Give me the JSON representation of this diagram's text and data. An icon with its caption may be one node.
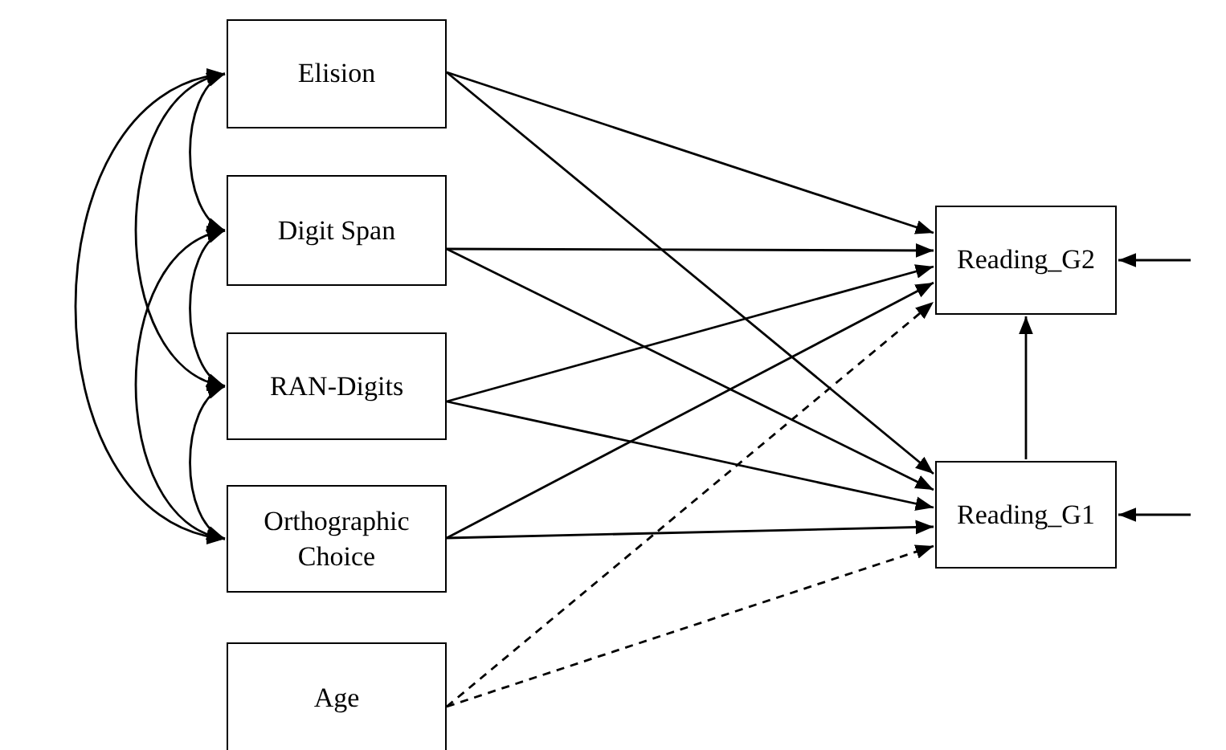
{
  "diagram": {
    "nodes": [
      {
        "text": [
          "Elision"
        ]
      },
      {
        "text": [
          "Digit Span"
        ]
      },
      {
        "text": [
          "RAN-Digits"
        ]
      },
      {
        "text": [
          "Orthographic Choice"
        ]
      },
      {
        "text": [
          "Age"
        ]
      },
      {
        "text": [
          "Reading_G2"
        ]
      },
      {
        "text": [
          "Reading_G1"
        ]
      }
    ],
    "edges": [
      {
        "from": 0,
        "to": 1,
        "arrow": "both"
      },
      {
        "from": 1,
        "to": 2,
        "arrow": "both"
      },
      {
        "from": 2,
        "to": 3,
        "arrow": "both"
      },
      {
        "from": 0,
        "to": 2,
        "arrow": "both"
      },
      {
        "from": 1,
        "to": 3,
        "arrow": "both"
      },
      {
        "from": 0,
        "to": 3,
        "arrow": "both"
      },
      {
        "from": 0,
        "to": 5,
        "arrow": "to"
      },
      {
        "from": 0,
        "to": 6,
        "arrow": "to"
      },
      {
        "from": 1,
        "to": 5,
        "arrow": "to"
      },
      {
        "from": 1,
        "to": 6,
        "arrow": "to"
      },
      {
        "from": 2,
        "to": 5,
        "arrow": "to"
      },
      {
        "from": 2,
        "to": 6,
        "arrow": "to"
      },
      {
        "from": 3,
        "to": 5,
        "arrow": "to"
      },
      {
        "from": 3,
        "to": 6,
        "arrow": "to"
      },
      {
        "from": 4,
        "to": 5,
        "arrow": "to",
        "style": "dashed"
      },
      {
        "from": 4,
        "to": 6,
        "arrow": "to",
        "style": "dashed"
      },
      {
        "from": 6,
        "to": 5,
        "arrow": "to"
      },
      {
        "from": null,
        "to": 5,
        "arrow": "to"
      },
      {
        "from": null,
        "to": 6,
        "arrow": "to"
      }
    ]
  }
}
